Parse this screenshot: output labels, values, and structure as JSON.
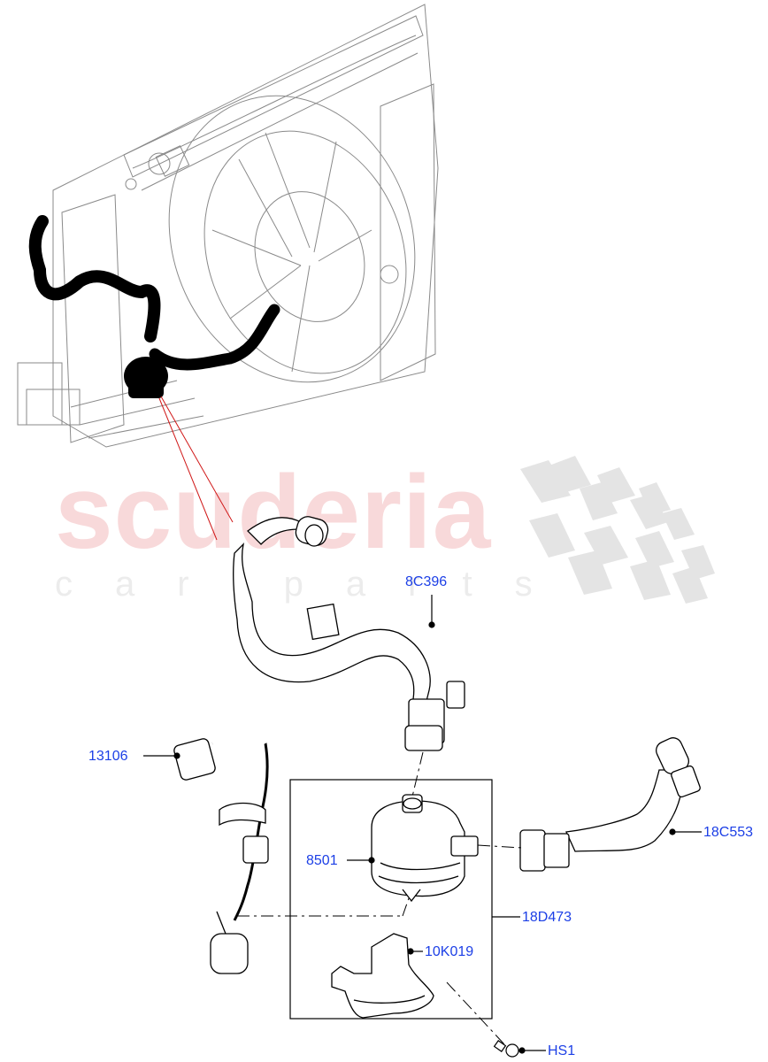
{
  "diagram": {
    "type": "exploded parts diagram",
    "subject": "Auxiliary coolant pump with hoses and wiring, radiator/fan assembly context view",
    "watermark": {
      "main_text": "scuderia",
      "sub_text": "car parts",
      "main_color": "#f8d9da",
      "sub_color": "#ececec",
      "checker_color": "#e3e3e3"
    },
    "colors": {
      "label": "#1c3fe6",
      "line": "#000000",
      "leader_red": "#d01818",
      "highlight_part": "#000000",
      "outline": "#9a9a9a"
    },
    "callouts": [
      {
        "id": "8C396",
        "label": "8C396",
        "part": "coolant hose upper"
      },
      {
        "id": "13106",
        "label": "13106",
        "part": "wiring harness"
      },
      {
        "id": "8501",
        "label": "8501",
        "part": "auxiliary water pump"
      },
      {
        "id": "18C553",
        "label": "18C553",
        "part": "coolant hose lower"
      },
      {
        "id": "18D473",
        "label": "18D473",
        "part": "pump assembly group (bracketed)"
      },
      {
        "id": "10K019",
        "label": "10K019",
        "part": "pump mounting bracket"
      },
      {
        "id": "HS1",
        "label": "HS1",
        "part": "bolt"
      }
    ]
  }
}
